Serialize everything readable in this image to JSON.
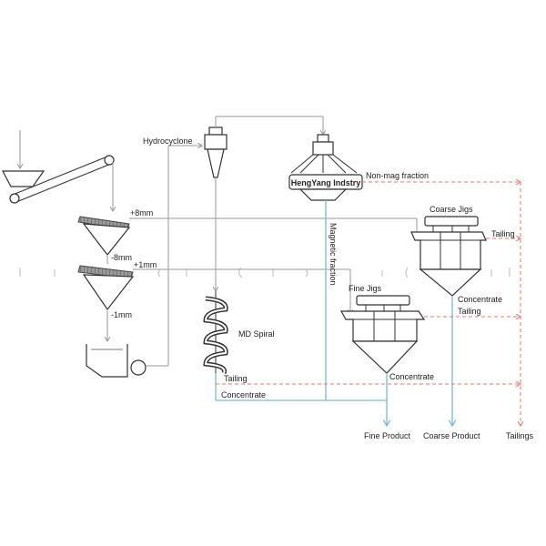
{
  "labels": {
    "hydrocyclone": "Hydrocyclone",
    "brand": "HengYang Indstry",
    "non_mag": "Non-mag fraction",
    "plus8": "+8mm",
    "minus8": "-8mm",
    "plus1": "+1mm",
    "minus1": "-1mm",
    "coarse_jigs": "Coarse Jigs",
    "fine_jigs": "Fine Jigs",
    "tailing_coarse": "Tailing",
    "concentrate_coarse": "Concentrate",
    "tailing_fine": "Tailing",
    "concentrate_fine": "Concentrate",
    "magnetic_fraction": "Magnetic fraction",
    "md_spiral": "MD Spiral",
    "tailing_spiral": "Tailing",
    "concentrate_spiral": "Concentrate",
    "fine_product": "Fine Product",
    "coarse_product": "Coarse Product",
    "tailings": "Tailings"
  },
  "colors": {
    "concentrate_line": "#7ab8d8",
    "tailing_line": "#e8756a",
    "feed_line": "#999999"
  }
}
